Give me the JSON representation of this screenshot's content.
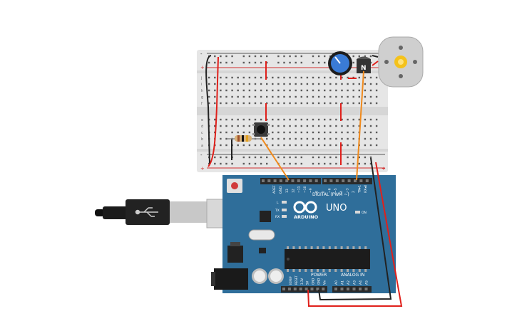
{
  "colors": {
    "breadboard": "#e6e6e6",
    "breadboard_shade": "#d6d6d6",
    "rail_red": "#d32f2f",
    "rail_blue": "#555555",
    "hole": "#5a5a5a",
    "board": "#2f6e9a",
    "board_dark": "#1f4f72",
    "wire_red": "#e0201b",
    "wire_black": "#222222",
    "wire_orange": "#f08a1c",
    "header": "#2a2a2a",
    "usb_metal": "#c8c8c8",
    "motor_body": "#cfcfcf",
    "motor_shaft": "#f4c21b",
    "pot_blue": "#3a7bd5",
    "transistor": "#333333"
  },
  "breadboard": {
    "row_letters_top": [
      "j",
      "i",
      "h",
      "g",
      "f"
    ],
    "row_letters_bottom": [
      "e",
      "d",
      "c",
      "b",
      "a"
    ],
    "rail_plus": "+",
    "rail_minus": "-"
  },
  "arduino": {
    "brand": "ARDUINO",
    "model": "UNO",
    "digital_label": "DIGITAL (PWM ~)",
    "power_label": "POWER",
    "analog_label": "ANALOG IN",
    "on_label": "ON",
    "led_l": "L",
    "led_tx": "TX",
    "led_rx": "RX",
    "aref": "AREF",
    "gnd": "GND",
    "digital_pins": [
      "13",
      "12",
      "~11",
      "~10",
      "~9",
      "8",
      "7",
      "~6",
      "~5",
      "4",
      "~3",
      "2",
      "TX▸1",
      "RX◂0"
    ],
    "power_pins": [
      "IOREF",
      "RESET",
      "3.3V",
      "5V",
      "GND",
      "GND",
      "Vin"
    ],
    "analog_pins": [
      "A0",
      "A1",
      "A2",
      "A3",
      "A4",
      "A5"
    ]
  },
  "transistor": {
    "label": "N"
  }
}
